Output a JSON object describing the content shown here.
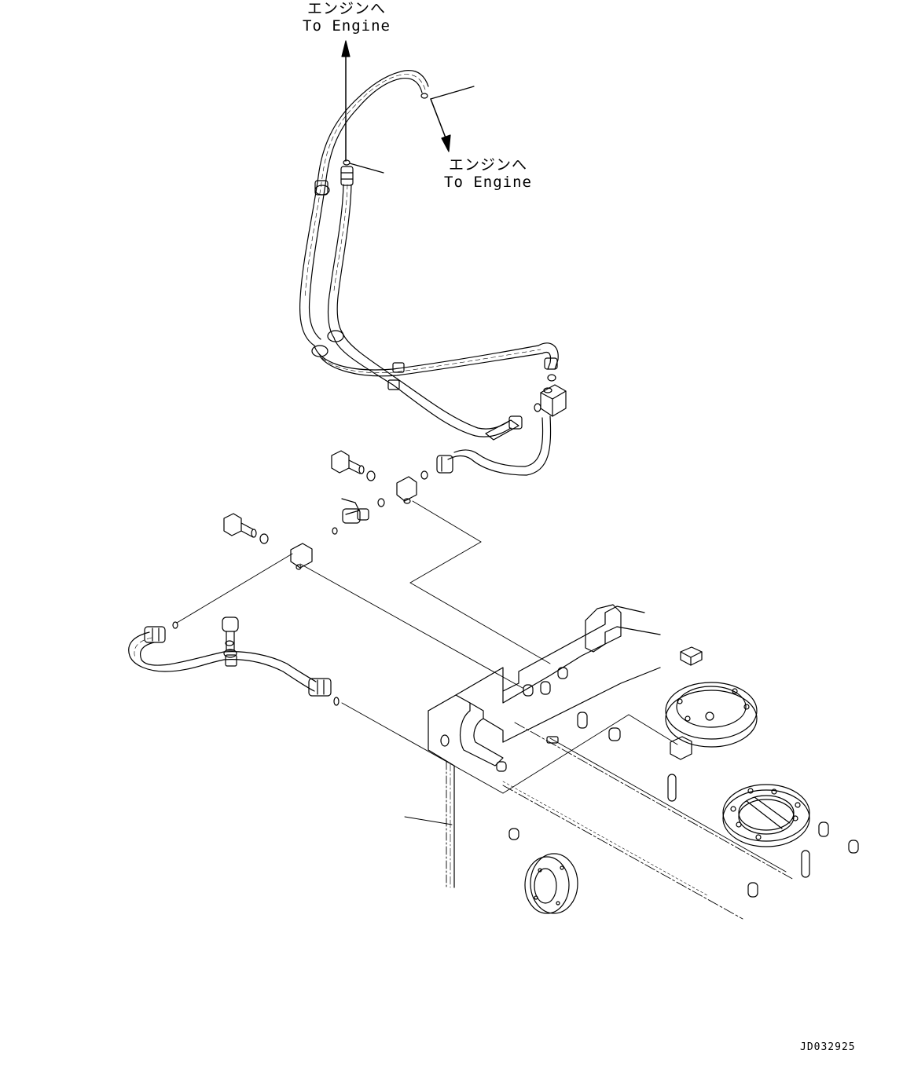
{
  "labels": {
    "top_engine": {
      "jp": "エンジンへ",
      "en": "To Engine"
    },
    "right_engine": {
      "jp": "エンジンへ",
      "en": "To Engine"
    }
  },
  "drawing_id": "JD032925"
}
